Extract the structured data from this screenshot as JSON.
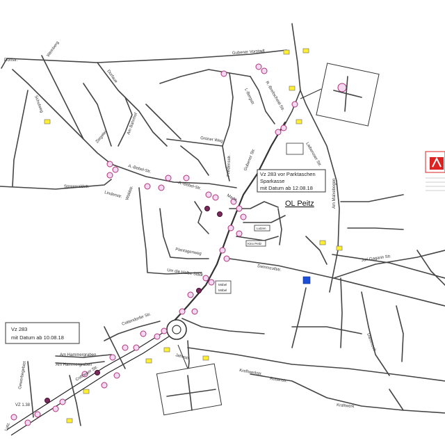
{
  "map": {
    "town": "OL Peitz",
    "callouts": {
      "sparkasse": [
        "Vz 283 vor Parktaschen",
        "Sparkasse",
        "mit Datum ab 12.08.18"
      ],
      "vz283": [
        "Vz 283",
        "mit Datum ab 10.08.18"
      ]
    },
    "boxes": {
      "moebel": [
        "Möbel",
        "Möbel"
      ],
      "lutzen": "Lutzen",
      "kino": "Kino Peitz"
    },
    "streets": {
      "gubener_vorstadt": "Gubener Vorstadt",
      "dorfstr": "Dorfstr.",
      "weinberg": "Weinberg",
      "dorfaue": "Dorfaue",
      "schulweg": "Schulweg",
      "am_bahnhof": "Am Bahnhof",
      "ziegelei": "Ziegelei",
      "gruener_weg": "Grüner Weg",
      "a_bebel_1": "A.-Bebel-Str.",
      "a_bebel_2": "A.-Bebel-Str.",
      "spreewaldstr": "Spreewaldstr.",
      "lindenstr": "Lindenstr.",
      "waldstr": "Waldstr.",
      "gubener_str": "Gubener Str.",
      "friedensstr": "Friedensstr.",
      "marktstr": "Markt",
      "plantagenweg": "Plantagenweg",
      "um_die_halbe_stadt": "Um die Halbe Stadt",
      "dammzollstr": "Dammzollstr.",
      "juri_gagarin": "Juri Gagarin Str.",
      "am_malxebogen": "Am Malxebogen",
      "dammzoll2": "Dammzoll",
      "cottendorfer": "Cottendorfer Str.",
      "am_hammergraben_1": "Am Hammergraben",
      "am_hammergraben_2": "Am Hammergraben",
      "cottbuser_str": "Cottbuser Str.",
      "gewerbegebiet": "Gewerbegebiet",
      "kraftwerk": "Kraftwerk",
      "kraftwerkstr": "Kraftwerkstr.",
      "jahnstr": "Jahnstr.",
      "rosenstr": "Rosenstr.",
      "r_breitscheid": "R.-Breitscheid-Str.",
      "l_bergstr": "L-Bergstr.",
      "lieberoser": "Lieberoser Str.",
      "lutz_a": "Lutz.",
      "vz_a": "VZ 1.38"
    }
  }
}
